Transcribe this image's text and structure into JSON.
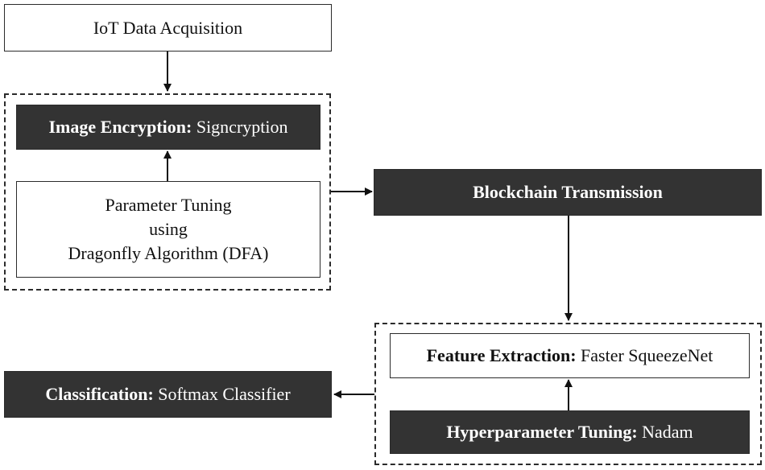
{
  "nodes": {
    "iot": {
      "text": "IoT Data Acquisition"
    },
    "encryption": {
      "label": "Image Encryption:",
      "value": "Signcryption"
    },
    "param": {
      "line1": "Parameter Tuning",
      "line2": "using",
      "line3": "Dragonfly Algorithm (DFA)"
    },
    "blockchain": {
      "text": "Blockchain Transmission"
    },
    "feature": {
      "label": "Feature Extraction:",
      "value": "Faster SqueezeNet"
    },
    "hyper": {
      "label": "Hyperparameter Tuning:",
      "value": "Nadam"
    },
    "classification": {
      "label": "Classification:",
      "value": "Softmax Classifier"
    }
  },
  "colors": {
    "dark_fill": "#333333",
    "stroke": "#2b2b2b"
  }
}
